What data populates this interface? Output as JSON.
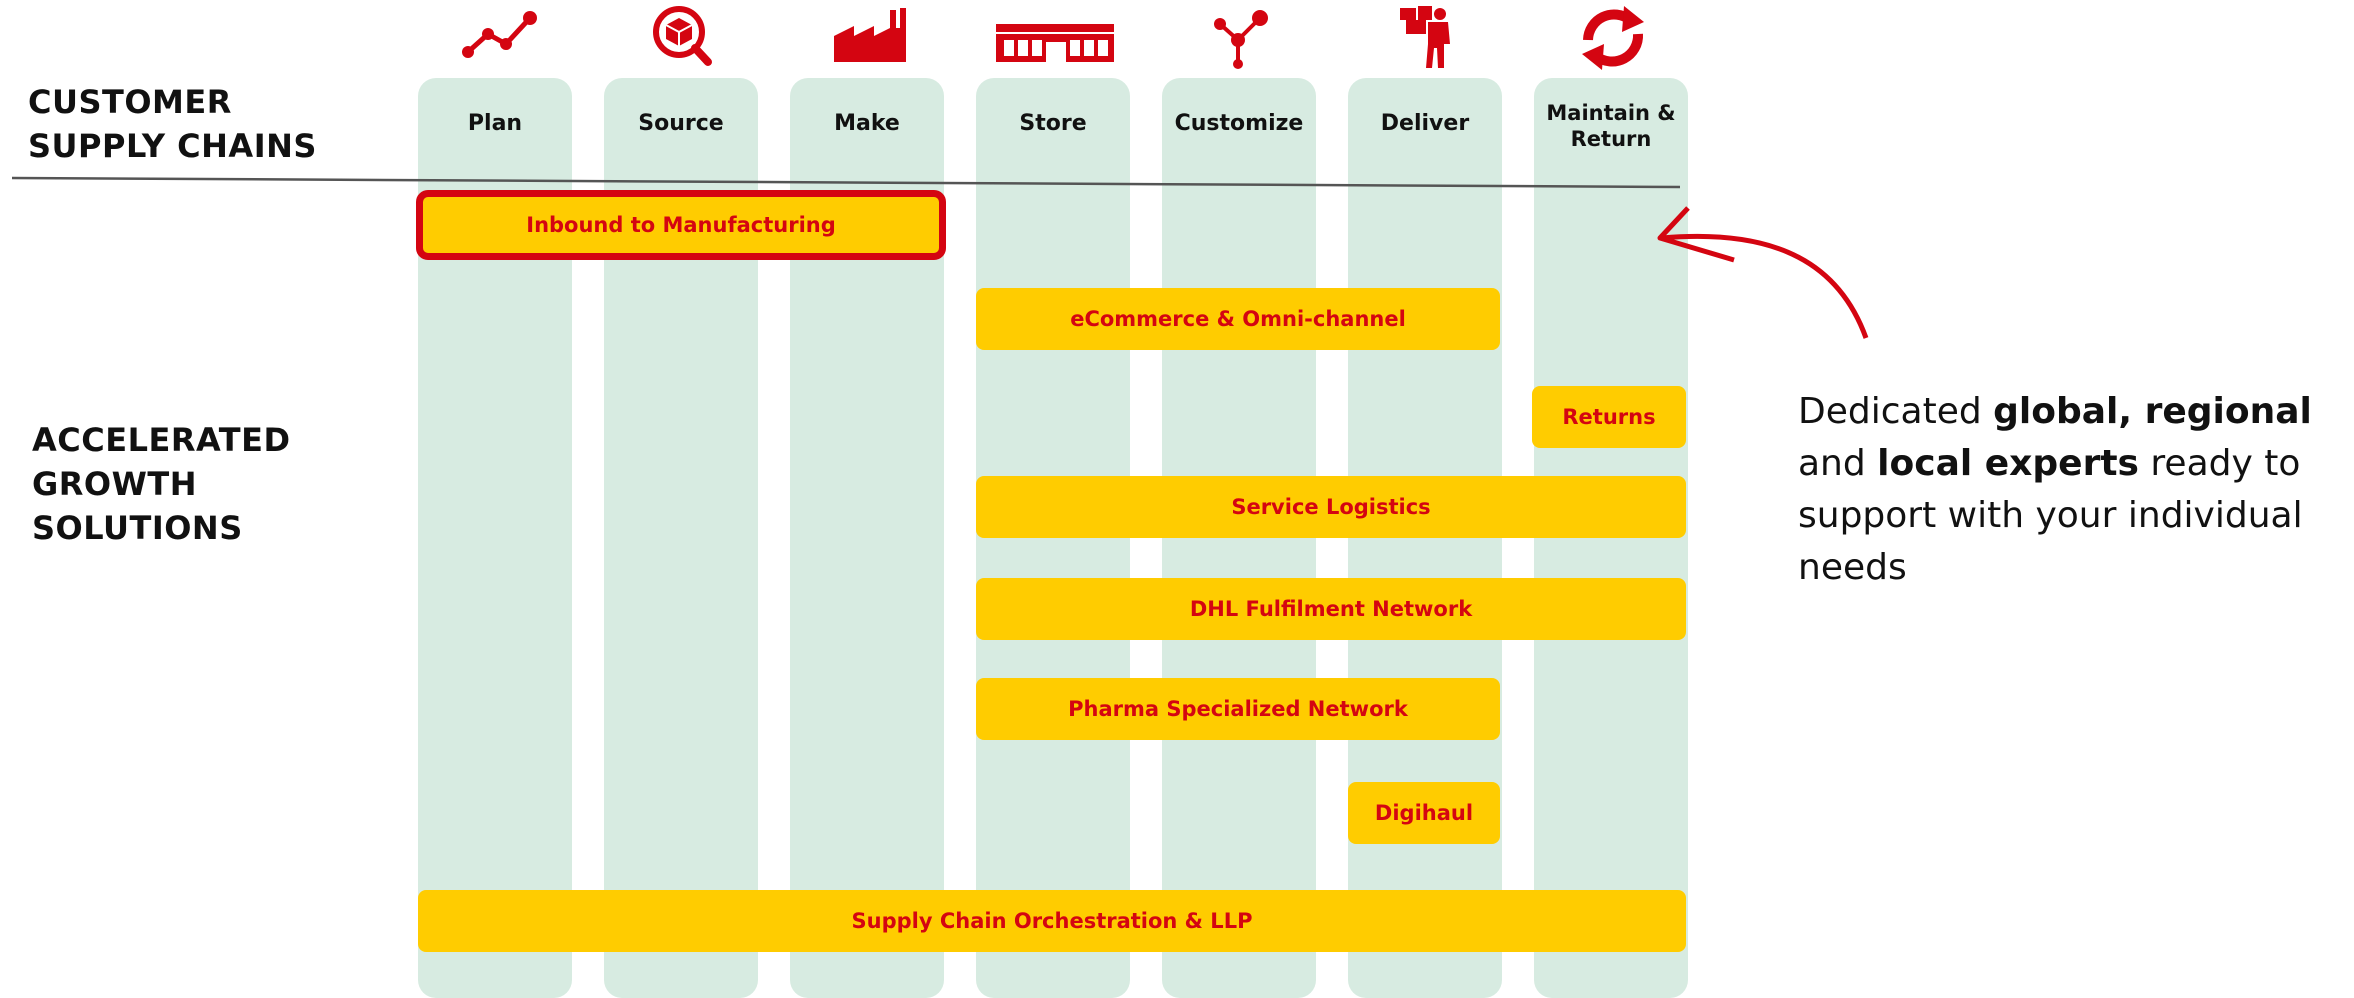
{
  "sections": {
    "customer_supply_chains": "CUSTOMER SUPPLY CHAINS",
    "accelerated_growth": "ACCELERATED GROWTH SOLUTIONS"
  },
  "columns": [
    {
      "label": "Plan",
      "icon": "line-chart-icon"
    },
    {
      "label": "Source",
      "icon": "magnify-box-icon"
    },
    {
      "label": "Make",
      "icon": "factory-icon"
    },
    {
      "label": "Store",
      "icon": "warehouse-icon"
    },
    {
      "label": "Customize",
      "icon": "nodes-icon"
    },
    {
      "label": "Deliver",
      "icon": "courier-icon"
    },
    {
      "label": "Maintain & Return",
      "icon": "refresh-arrows-icon"
    }
  ],
  "solutions": {
    "inbound": "Inbound to Manufacturing",
    "ecommerce": "eCommerce & Omni-channel",
    "returns": "Returns",
    "service_logistics": "Service Logistics",
    "fulfilment": "DHL Fulfilment Network",
    "pharma": "Pharma Specialized Network",
    "digihaul": "Digihaul",
    "orchestration": "Supply Chain Orchestration & LLP"
  },
  "callout": {
    "p1": "Dedicated ",
    "b1": "global, regional",
    "p2": " and ",
    "b2": "local experts",
    "p3": " ready to support with your individual needs"
  },
  "colors": {
    "brand_red": "#d40511",
    "brand_yellow": "#ffcc00",
    "column_green": "#d7ebe1"
  }
}
